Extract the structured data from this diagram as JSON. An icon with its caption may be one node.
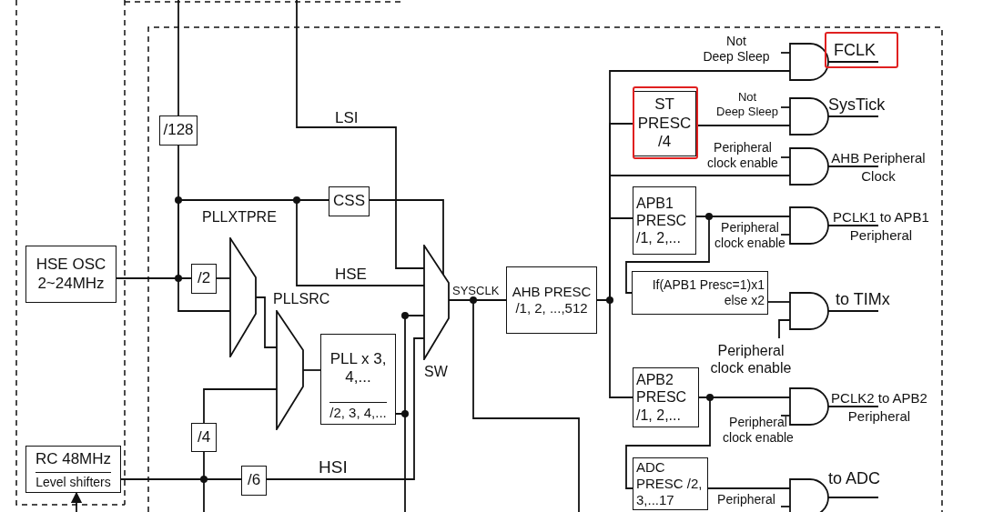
{
  "diagram": {
    "nodes": [
      {
        "text": [
          "HSE OSC 2~24MHz"
        ]
      },
      {
        "text": [
          "RC 48MHz",
          "Level shifters"
        ]
      },
      {
        "text": [
          "/128"
        ]
      },
      {
        "text": [
          "CSS"
        ]
      },
      {
        "text": [
          "/2"
        ]
      },
      {
        "text": [],
        "shape": "trapezoid",
        "beside": [
          "PLLXTPRE"
        ]
      },
      {
        "text": [],
        "shape": "trapezoid",
        "beside": [
          "PLLSRC"
        ]
      },
      {
        "text": [
          "PLL x 3, 4,...",
          "/2, 3, 4,..."
        ]
      },
      {
        "text": [
          "/4"
        ]
      },
      {
        "text": [
          "/6"
        ]
      },
      {
        "text": [],
        "shape": "trapezoid",
        "beside": [
          "SW"
        ]
      },
      {
        "text": [
          "AHB PRESC /1, 2, ...,512"
        ]
      },
      {
        "text": [
          "ST PRESC /4"
        ]
      },
      {
        "text": [
          "APB1 PRESC /1, 2,..."
        ]
      },
      {
        "text": [
          "If(APB1 Presc=1)x1 else x2"
        ]
      },
      {
        "text": [
          "APB2 PRESC /1, 2,..."
        ]
      },
      {
        "text": [
          "ADC PRESC /2, 3,...17"
        ]
      },
      {
        "text": [],
        "shape": "gate",
        "beside": [
          "Not Deep Sleep"
        ]
      },
      {
        "text": [],
        "shape": "gate",
        "beside": [
          "Not Deep Sleep"
        ]
      },
      {
        "text": [],
        "shape": "gate",
        "beside": [
          "Peripheral clock enable"
        ]
      },
      {
        "text": [],
        "shape": "gate",
        "beside": [
          "Peripheral clock enable"
        ]
      },
      {
        "text": [],
        "shape": "gate",
        "beside": [
          "Peripheral clock enable"
        ]
      },
      {
        "text": [],
        "shape": "gate",
        "beside": [
          "Peripheral clock enable"
        ]
      },
      {
        "text": [],
        "shape": "gate",
        "beside": [
          "Peripheral"
        ]
      }
    ],
    "edges": [
      {
        "from": 0,
        "to": 4,
        "arrow": "none"
      },
      {
        "from": 0,
        "to": 5,
        "arrow": "none"
      },
      {
        "from": 4,
        "to": 5,
        "arrow": "none"
      },
      {
        "from": 0,
        "to": 2,
        "arrow": "none"
      },
      {
        "from": 2,
        "to": null,
        "arrow": "none"
      },
      {
        "from": 0,
        "to": 3,
        "arrow": "none"
      },
      {
        "from": 0,
        "to": 10,
        "arrow": "none",
        "label": "HSE"
      },
      {
        "from": null,
        "to": 10,
        "arrow": "none",
        "label": "LSI"
      },
      {
        "from": 3,
        "to": 10,
        "arrow": "none"
      },
      {
        "from": 5,
        "to": 6,
        "arrow": "none"
      },
      {
        "from": 1,
        "to": 8,
        "arrow": "none"
      },
      {
        "from": 8,
        "to": 6,
        "arrow": "none"
      },
      {
        "from": 1,
        "to": 9,
        "arrow": "none"
      },
      {
        "from": 9,
        "to": 10,
        "arrow": "none",
        "label": "HSI"
      },
      {
        "from": 6,
        "to": 7,
        "arrow": "none"
      },
      {
        "from": 7,
        "to": 10,
        "arrow": "none"
      },
      {
        "from": 7,
        "to": null,
        "arrow": "none"
      },
      {
        "from": 1,
        "to": null,
        "arrow": "none"
      },
      {
        "from": null,
        "to": 1,
        "arrow": "to"
      },
      {
        "from": 10,
        "to": 11,
        "arrow": "none",
        "label": "SYSCLK"
      },
      {
        "from": 10,
        "to": null,
        "arrow": "none"
      },
      {
        "from": 11,
        "to": 17,
        "arrow": "none"
      },
      {
        "from": 11,
        "to": 12,
        "arrow": "none"
      },
      {
        "from": 11,
        "to": 19,
        "arrow": "none"
      },
      {
        "from": 11,
        "to": 13,
        "arrow": "none"
      },
      {
        "from": 11,
        "to": 15,
        "arrow": "none"
      },
      {
        "from": 12,
        "to": 18,
        "arrow": "none"
      },
      {
        "from": 13,
        "to": 20,
        "arrow": "none"
      },
      {
        "from": 13,
        "to": 14,
        "arrow": "none"
      },
      {
        "from": 14,
        "to": 21,
        "arrow": "none"
      },
      {
        "from": 15,
        "to": 22,
        "arrow": "none"
      },
      {
        "from": 15,
        "to": 16,
        "arrow": "none"
      },
      {
        "from": 16,
        "to": 23,
        "arrow": "none"
      },
      {
        "from": 17,
        "to": null,
        "arrow": "none",
        "label": "FCLK"
      },
      {
        "from": 18,
        "to": null,
        "arrow": "none",
        "label": "SysTick"
      },
      {
        "from": 19,
        "to": null,
        "arrow": "none",
        "label": "AHB Peripheral Clock"
      },
      {
        "from": 20,
        "to": null,
        "arrow": "none",
        "label": "PCLK1 to APB1 Peripheral"
      },
      {
        "from": 21,
        "to": null,
        "arrow": "none",
        "label": "to TIMx"
      },
      {
        "from": 22,
        "to": null,
        "arrow": "none",
        "label": "PCLK2 to APB2 Peripheral"
      },
      {
        "from": 23,
        "to": null,
        "arrow": "none",
        "label": "to ADC"
      }
    ]
  }
}
